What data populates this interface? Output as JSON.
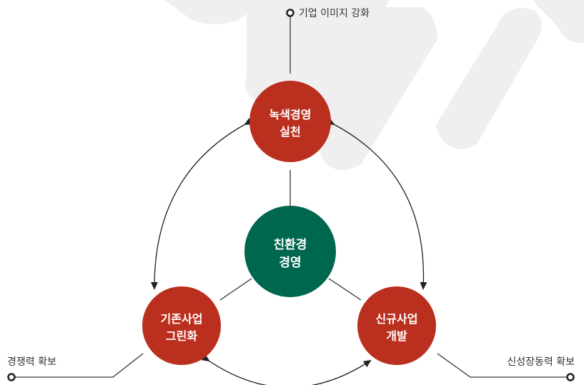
{
  "colors": {
    "node_red": "#BA2F1E",
    "node_green": "#00674F",
    "line": "#333333",
    "background_shape": "#EFEFEF"
  },
  "nodes": {
    "top": {
      "line1": "녹색경영",
      "line2": "실천"
    },
    "center": {
      "line1": "친환경",
      "line2": "경영"
    },
    "left": {
      "line1": "기존사업",
      "line2": "그린화"
    },
    "right": {
      "line1": "신규사업",
      "line2": "개발"
    }
  },
  "outcomes": {
    "top": "기업 이미지 강화",
    "left": "경쟁력 확보",
    "right": "신성장동력 확보"
  }
}
